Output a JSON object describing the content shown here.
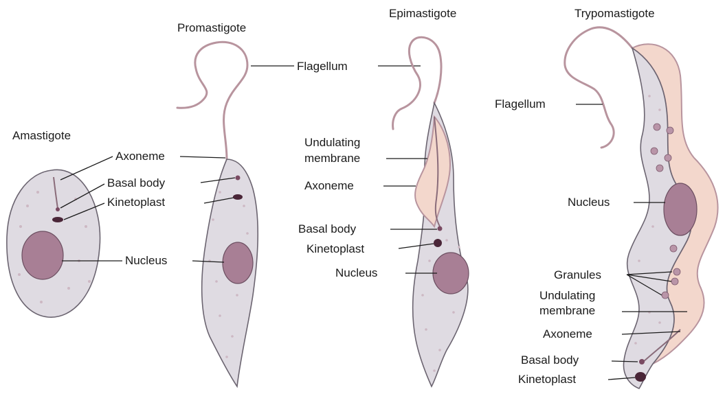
{
  "stages": {
    "amastigote": {
      "title": "Amastigote",
      "labels": {
        "axoneme": "Axoneme",
        "basal_body": "Basal body",
        "kinetoplast": "Kinetoplast",
        "nucleus": "Nucleus"
      }
    },
    "promastigote": {
      "title": "Promastigote",
      "labels": {
        "flagellum": "Flagellum"
      }
    },
    "epimastigote": {
      "title": "Epimastigote",
      "labels": {
        "undulating_membrane_1": "Undulating",
        "undulating_membrane_2": "membrane",
        "axoneme": "Axoneme",
        "basal_body": "Basal body",
        "kinetoplast": "Kinetoplast",
        "nucleus": "Nucleus"
      }
    },
    "trypomastigote": {
      "title": "Trypomastigote",
      "labels": {
        "flagellum": "Flagellum",
        "nucleus": "Nucleus",
        "granules": "Granules",
        "undulating_membrane_1": "Undulating",
        "undulating_membrane_2": "membrane",
        "axoneme": "Axoneme",
        "basal_body": "Basal body",
        "kinetoplast": "Kinetoplast"
      }
    }
  },
  "colors": {
    "cell_fill": "#dfdbe2",
    "cell_outline": "#6b6470",
    "flagellum": "#b8949e",
    "membrane": "#f3d7cc",
    "nucleus": "#a87f95",
    "kinetoplast": "#4a2638",
    "label_text": "#1a1a1a"
  }
}
